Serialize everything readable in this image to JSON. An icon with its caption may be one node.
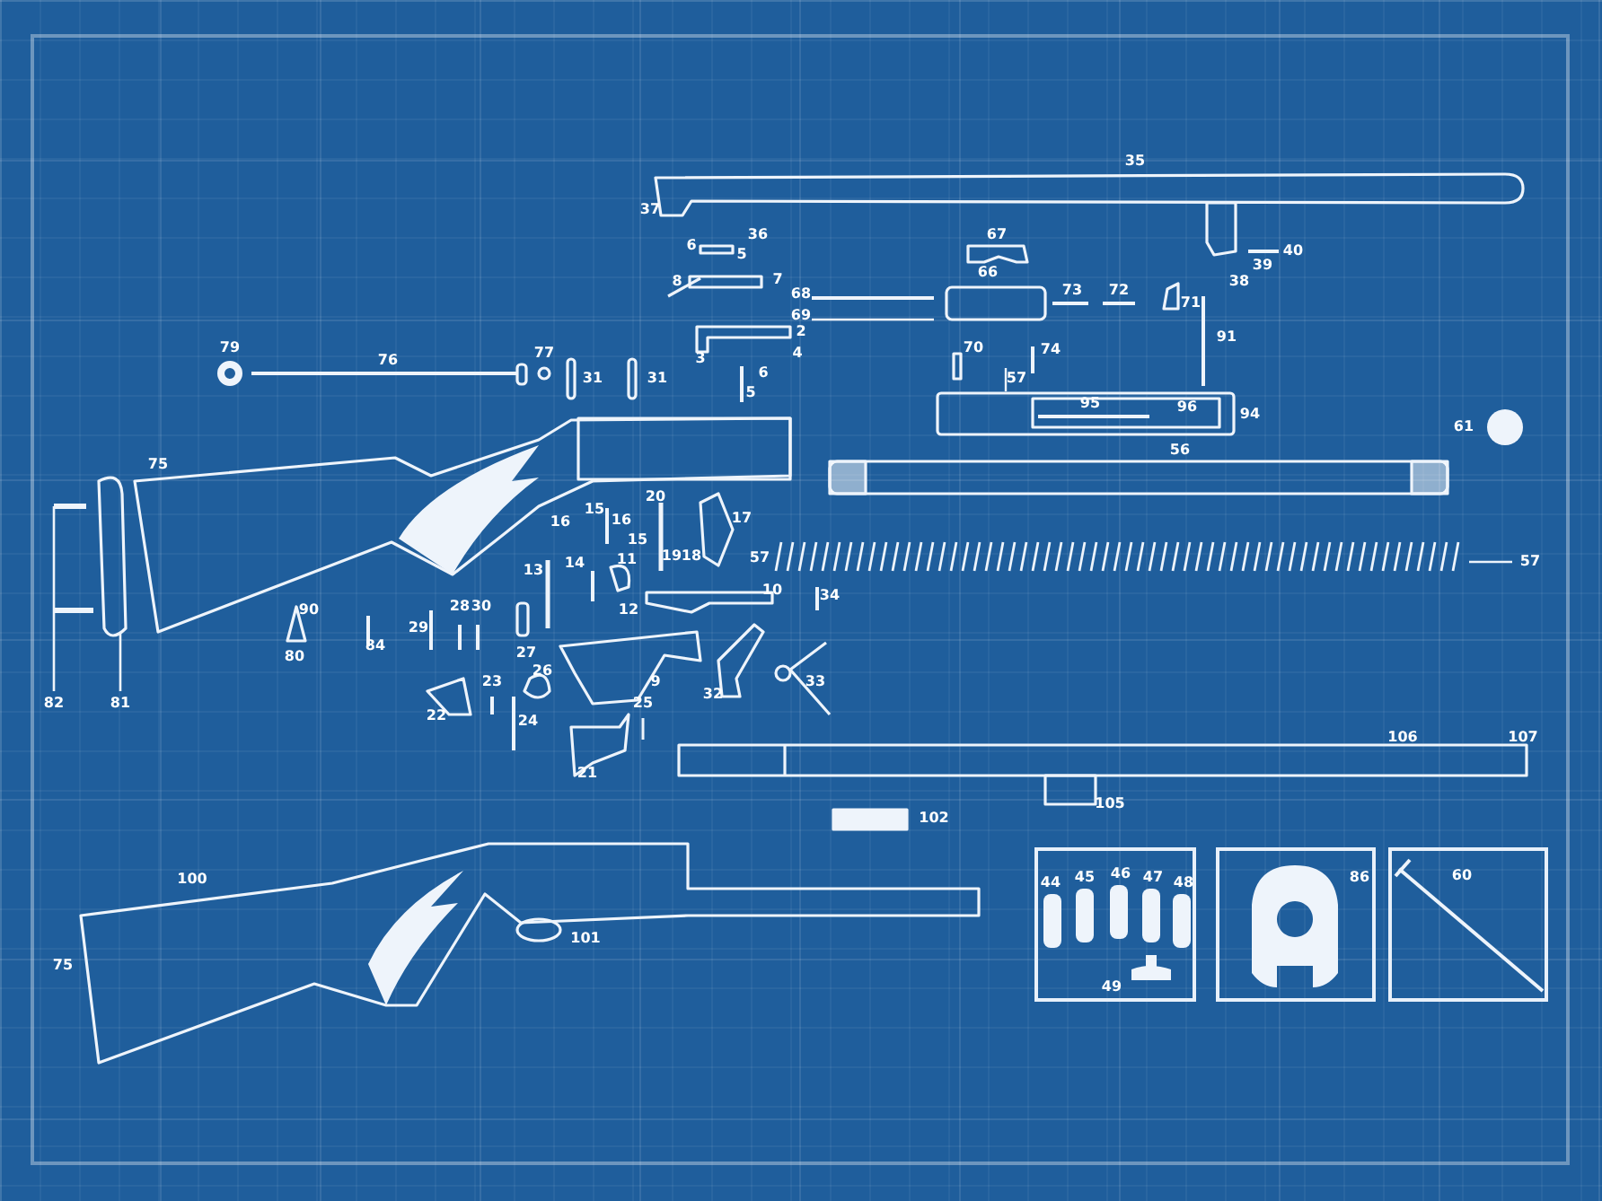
{
  "diagram": {
    "nodes": [
      {
        "text": [
          "82"
        ]
      },
      {
        "text": [
          "81"
        ]
      },
      {
        "text": [
          "57"
        ]
      },
      {
        "text": [
          "44",
          "45",
          "46",
          "47",
          "48",
          "49"
        ]
      },
      {
        "text": [
          "86"
        ]
      },
      {
        "text": [
          "60"
        ]
      }
    ],
    "edges": [
      {
        "from": 0,
        "to": null,
        "arrow": "none"
      },
      {
        "from": 1,
        "to": null,
        "arrow": "none"
      },
      {
        "from": 2,
        "to": null,
        "arrow": "none"
      }
    ],
    "labels": [
      "35",
      "37",
      "36",
      "6",
      "5",
      "8",
      "7",
      "67",
      "40",
      "39",
      "38",
      "66",
      "73",
      "72",
      "71",
      "68",
      "69",
      "2",
      "79",
      "77",
      "76",
      "31",
      "31",
      "3",
      "4",
      "6",
      "5",
      "70",
      "74",
      "91",
      "57",
      "95",
      "96",
      "94",
      "61",
      "56",
      "75",
      "20",
      "16",
      "15",
      "16",
      "15",
      "17",
      "13",
      "14",
      "11",
      "19",
      "18",
      "57",
      "10",
      "34",
      "90",
      "28",
      "30",
      "12",
      "29",
      "80",
      "84",
      "27",
      "9",
      "32",
      "33",
      "26",
      "23",
      "22",
      "24",
      "25",
      "21",
      "106",
      "107",
      "105",
      "102",
      "100",
      "101",
      "75"
    ]
  }
}
